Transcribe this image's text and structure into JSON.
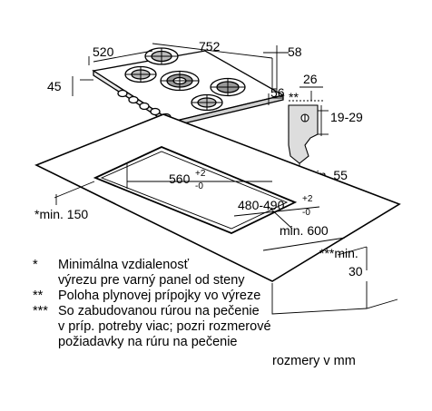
{
  "dimensions": {
    "width_520": "520",
    "width_752": "752",
    "depth_58": "58",
    "height_45": "45",
    "dist_56": "56",
    "dist_26": "26",
    "gas_marker": "**",
    "range_19_29": "19-29",
    "min_55": "min. 55",
    "cutout_width": "560",
    "cutout_width_tol_plus": "+2",
    "cutout_width_tol_minus": "-0",
    "cutout_depth": "480-490",
    "cutout_depth_tol_plus": "+2",
    "cutout_depth_tol_minus": "-0",
    "min_150": "*min. 150",
    "min_600": "min. 600",
    "min_30_label": "***min.",
    "min_30_value": "30"
  },
  "notes": [
    {
      "mark": "*",
      "lines": [
        "Minimálna vzdialenosť",
        "výrezu pre varný panel od steny"
      ]
    },
    {
      "mark": "**",
      "lines": [
        "Poloha plynovej prípojky vo výreze"
      ]
    },
    {
      "mark": "***",
      "lines": [
        "So zabudovanou rúrou na pečenie",
        "v príp. potreby viac; pozri rozmerové",
        "požiadavky na rúru na pečenie"
      ]
    }
  ],
  "units": "rozmery v mm"
}
